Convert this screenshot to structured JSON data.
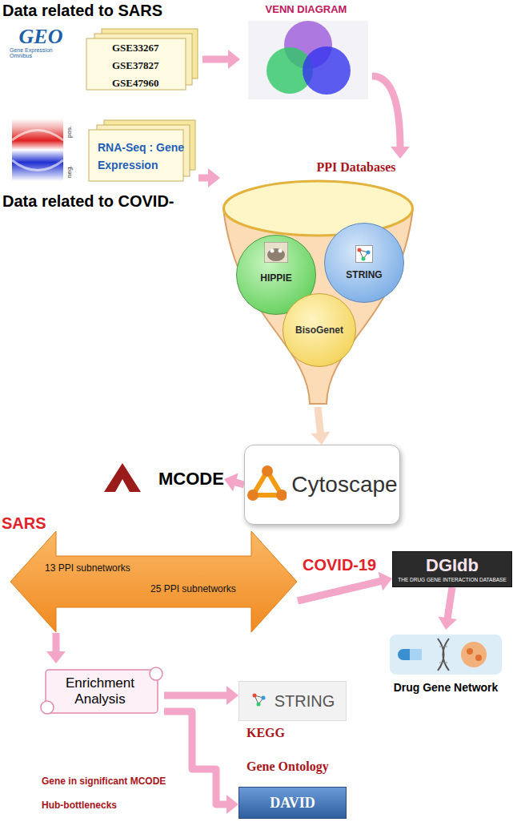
{
  "diagram": {
    "nodes": [
      {
        "text": [
          "GEO",
          "Gene Expression Omnibus"
        ]
      },
      {
        "text": [
          "GSE33267 GSE37827 GSE47960"
        ]
      },
      {
        "text": [
          "VENN DIAGRAM"
        ]
      },
      {
        "text": [
          "RNA-Seq : Gene Expression"
        ]
      },
      {
        "text": [
          "PPI Databases"
        ]
      },
      {
        "text": [
          "HIPPIE"
        ],
        "in": 4
      },
      {
        "text": [
          "STRING"
        ],
        "in": 4
      },
      {
        "text": [
          "BisoGenet"
        ],
        "in": 4
      },
      {
        "text": [
          "Cytoscape"
        ]
      },
      {
        "text": [
          "MCODE"
        ]
      },
      {
        "text": [
          "13 PPI subnetworks",
          "25 PPI subnetworks"
        ]
      },
      {
        "text": [
          "DGIdb",
          "THE DRUG GENE INTERACTION DATABASE"
        ]
      },
      {
        "text": [
          "Drug Gene Network"
        ]
      },
      {
        "text": [
          "Enrichment Analysis"
        ]
      },
      {
        "text": [
          "STRING"
        ]
      },
      {
        "text": [
          "DAVID"
        ]
      }
    ],
    "edges": [
      {
        "from": 1,
        "to": 2,
        "arrow": "to"
      },
      {
        "from": 2,
        "to": 4,
        "arrow": "to"
      },
      {
        "from": 3,
        "to": 4,
        "arrow": "to"
      },
      {
        "from": 4,
        "to": 8,
        "arrow": "to"
      },
      {
        "from": 8,
        "to": 9,
        "arrow": "to"
      },
      {
        "from": 10,
        "to": 11,
        "arrow": "to"
      },
      {
        "from": 11,
        "to": 12,
        "arrow": "to"
      },
      {
        "from": 10,
        "to": 13,
        "arrow": "to"
      },
      {
        "from": 13,
        "to": 14,
        "arrow": "to"
      },
      {
        "from": 13,
        "to": 15,
        "arrow": "to"
      }
    ],
    "labels": [
      "Data related to SARS",
      "pos.",
      "neg.",
      "Data related to COVID-",
      "SARS",
      "COVID-19",
      "Gene in significant MCODE",
      "Hub-bottlenecks",
      "KEGG",
      "Gene Ontology"
    ]
  }
}
